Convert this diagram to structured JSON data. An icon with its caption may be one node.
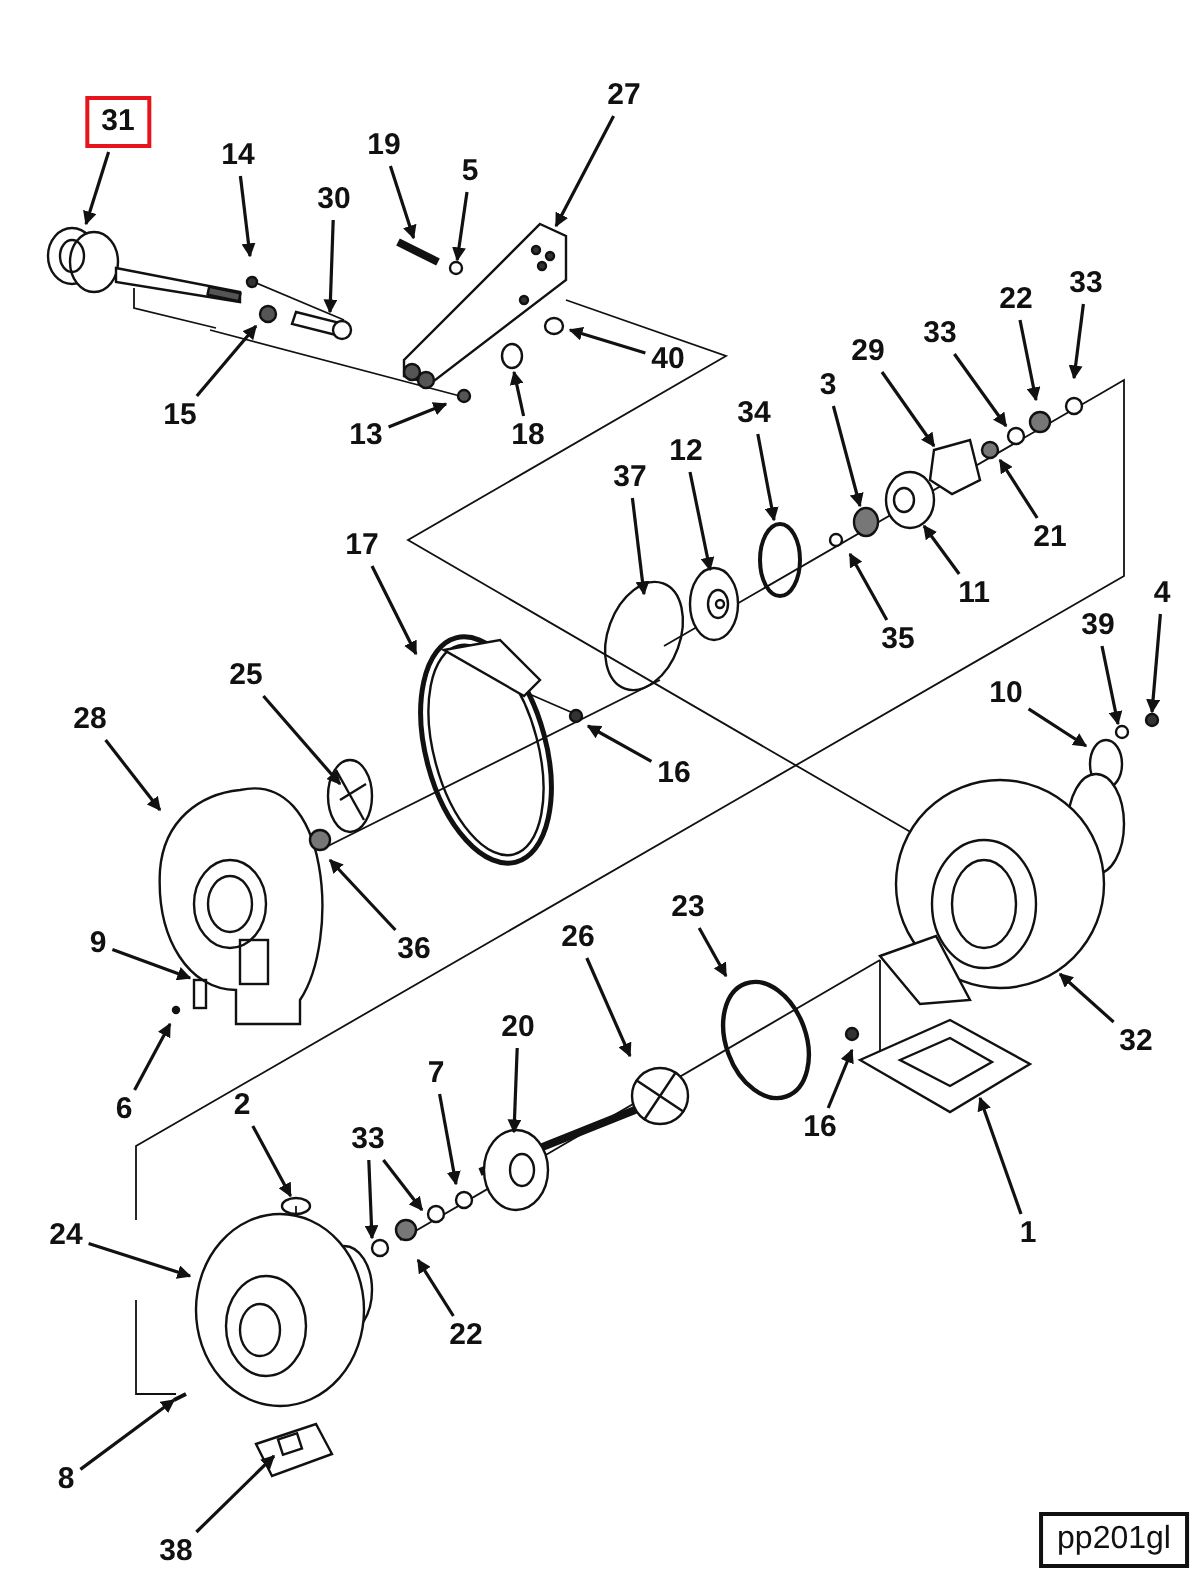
{
  "diagram": {
    "nodes": [
      {
        "text": [
          "27"
        ]
      },
      {
        "text": [
          "31"
        ]
      },
      {
        "text": [
          "19"
        ]
      },
      {
        "text": [
          "14"
        ]
      },
      {
        "text": [
          "5"
        ]
      },
      {
        "text": [
          "30"
        ]
      },
      {
        "text": [
          "33"
        ]
      },
      {
        "text": [
          "22"
        ]
      },
      {
        "text": [
          "33"
        ]
      },
      {
        "text": [
          "29"
        ]
      },
      {
        "text": [
          "40"
        ]
      },
      {
        "text": [
          "3"
        ]
      },
      {
        "text": [
          "34"
        ]
      },
      {
        "text": [
          "15"
        ]
      },
      {
        "text": [
          "13"
        ]
      },
      {
        "text": [
          "18"
        ]
      },
      {
        "text": [
          "12"
        ]
      },
      {
        "text": [
          "37"
        ]
      },
      {
        "text": [
          "21"
        ]
      },
      {
        "text": [
          "17"
        ]
      },
      {
        "text": [
          "11"
        ]
      },
      {
        "text": [
          "4"
        ]
      },
      {
        "text": [
          "39"
        ]
      },
      {
        "text": [
          "35"
        ]
      },
      {
        "text": [
          "25"
        ]
      },
      {
        "text": [
          "10"
        ]
      },
      {
        "text": [
          "28"
        ]
      },
      {
        "text": [
          "16"
        ]
      },
      {
        "text": [
          "23"
        ]
      },
      {
        "text": [
          "26"
        ]
      },
      {
        "text": [
          "9"
        ]
      },
      {
        "text": [
          "36"
        ]
      },
      {
        "text": [
          "20"
        ]
      },
      {
        "text": [
          "32"
        ]
      },
      {
        "text": [
          "7"
        ]
      },
      {
        "text": [
          "2"
        ]
      },
      {
        "text": [
          "6"
        ]
      },
      {
        "text": [
          "16"
        ]
      },
      {
        "text": [
          "33"
        ]
      },
      {
        "text": [
          "1"
        ]
      },
      {
        "text": [
          "24"
        ]
      },
      {
        "text": [
          "22"
        ]
      },
      {
        "text": [
          "8"
        ]
      },
      {
        "text": [
          "38"
        ]
      },
      {
        "text": [
          "pp201gl"
        ]
      },
      {
        "text": [],
        "shape": "picture"
      },
      {
        "text": [],
        "shape": "picture"
      },
      {
        "text": [],
        "shape": "circle"
      }
    ],
    "edges": [
      {
        "from": 0,
        "to": null,
        "arrow": "to"
      },
      {
        "from": 1,
        "to": null,
        "arrow": "to"
      },
      {
        "from": 2,
        "to": 45,
        "arrow": "to"
      },
      {
        "from": 3,
        "to": null,
        "arrow": "to"
      },
      {
        "from": 4,
        "to": 47,
        "arrow": "to"
      },
      {
        "from": 5,
        "to": null,
        "arrow": "to"
      },
      {
        "from": 6,
        "to": null,
        "arrow": "to"
      },
      {
        "from": 7,
        "to": null,
        "arrow": "to"
      },
      {
        "from": 8,
        "to": null,
        "arrow": "to"
      },
      {
        "from": 9,
        "to": null,
        "arrow": "to"
      },
      {
        "from": 10,
        "to": null,
        "arrow": "to"
      },
      {
        "from": 11,
        "to": null,
        "arrow": "to"
      },
      {
        "from": 12,
        "to": null,
        "arrow": "to"
      },
      {
        "from": 13,
        "to": null,
        "arrow": "to"
      },
      {
        "from": 14,
        "to": null,
        "arrow": "to"
      },
      {
        "from": 15,
        "to": null,
        "arrow": "to"
      },
      {
        "from": 16,
        "to": null,
        "arrow": "to"
      },
      {
        "from": 17,
        "to": null,
        "arrow": "to"
      },
      {
        "from": 18,
        "to": null,
        "arrow": "to"
      },
      {
        "from": 19,
        "to": null,
        "arrow": "to"
      },
      {
        "from": 20,
        "to": null,
        "arrow": "to"
      },
      {
        "from": 21,
        "to": null,
        "arrow": "to"
      },
      {
        "from": 22,
        "to": null,
        "arrow": "to"
      },
      {
        "from": 23,
        "to": null,
        "arrow": "to"
      },
      {
        "from": 24,
        "to": null,
        "arrow": "to"
      },
      {
        "from": 25,
        "to": null,
        "arrow": "to"
      },
      {
        "from": 26,
        "to": null,
        "arrow": "to"
      },
      {
        "from": 27,
        "to": null,
        "arrow": "to"
      },
      {
        "from": 28,
        "to": null,
        "arrow": "to"
      },
      {
        "from": 29,
        "to": null,
        "arrow": "to"
      },
      {
        "from": 30,
        "to": null,
        "arrow": "to"
      },
      {
        "from": 31,
        "to": null,
        "arrow": "to"
      },
      {
        "from": 32,
        "to": null,
        "arrow": "to"
      },
      {
        "from": 33,
        "to": null,
        "arrow": "to"
      },
      {
        "from": 34,
        "to": null,
        "arrow": "to"
      },
      {
        "from": 35,
        "to": 46,
        "arrow": "to"
      },
      {
        "from": 36,
        "to": null,
        "arrow": "to"
      },
      {
        "from": 37,
        "to": null,
        "arrow": "to"
      },
      {
        "from": 38,
        "to": null,
        "arrow": "to"
      },
      {
        "from": 38,
        "to": null,
        "arrow": "to"
      },
      {
        "from": 39,
        "to": null,
        "arrow": "to"
      },
      {
        "from": 40,
        "to": null,
        "arrow": "to"
      },
      {
        "from": 41,
        "to": null,
        "arrow": "to"
      },
      {
        "from": 42,
        "to": null,
        "arrow": "to"
      },
      {
        "from": 43,
        "to": null,
        "arrow": "to"
      }
    ]
  }
}
